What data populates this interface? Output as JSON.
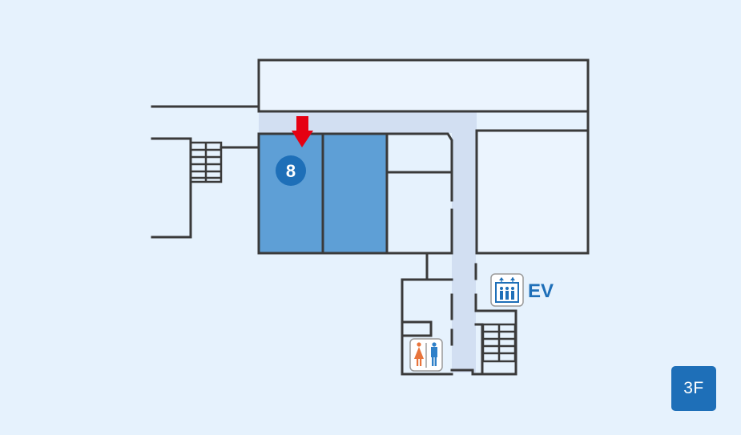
{
  "map": {
    "floor_label": "3F",
    "selected_room_number": "8",
    "elevator_label": "EV",
    "icons": {
      "entrance_marker": "red-down-arrow-icon",
      "elevator": "elevator-icon",
      "restroom": "restroom-icon"
    },
    "colors": {
      "background": "#e6f2fd",
      "corridor": "#d2dff2",
      "highlighted_room": "#5e9fd6",
      "accent_blue": "#1e6fb8",
      "arrow_red": "#e60012",
      "restroom_female": "#e8743b",
      "restroom_male": "#2f80c8"
    }
  }
}
